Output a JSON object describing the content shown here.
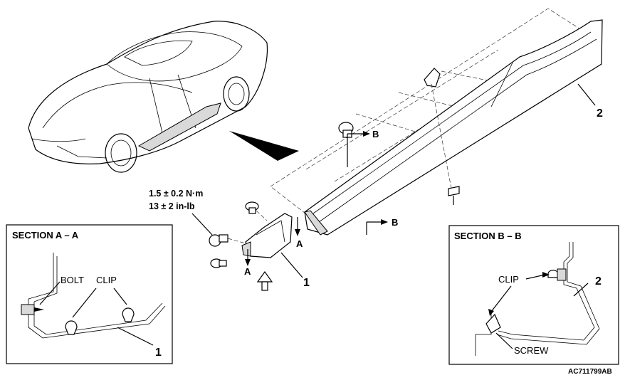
{
  "torque": {
    "line1": "1.5 ± 0.2 N·m",
    "line2": "13 ± 2 in-lb"
  },
  "callouts": {
    "part1": "1",
    "part2": "2",
    "arrow_a": "A",
    "arrow_b": "B"
  },
  "section_aa": {
    "title": "SECTION A – A",
    "bolt": "BOLT",
    "clip": "CLIP",
    "part": "1"
  },
  "section_bb": {
    "title": "SECTION B – B",
    "clip": "CLIP",
    "screw": "SCREW",
    "part": "2"
  },
  "figure_code": "AC711799AB"
}
